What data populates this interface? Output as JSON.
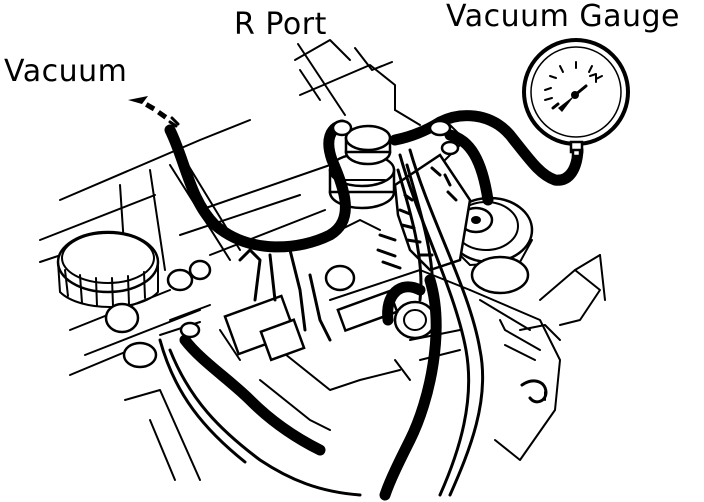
{
  "labels": {
    "vacuum": "Vacuum",
    "r_port": "R Port",
    "vacuum_gauge": "Vacuum Gauge"
  },
  "colors": {
    "line": "#000000",
    "background": "#ffffff"
  }
}
